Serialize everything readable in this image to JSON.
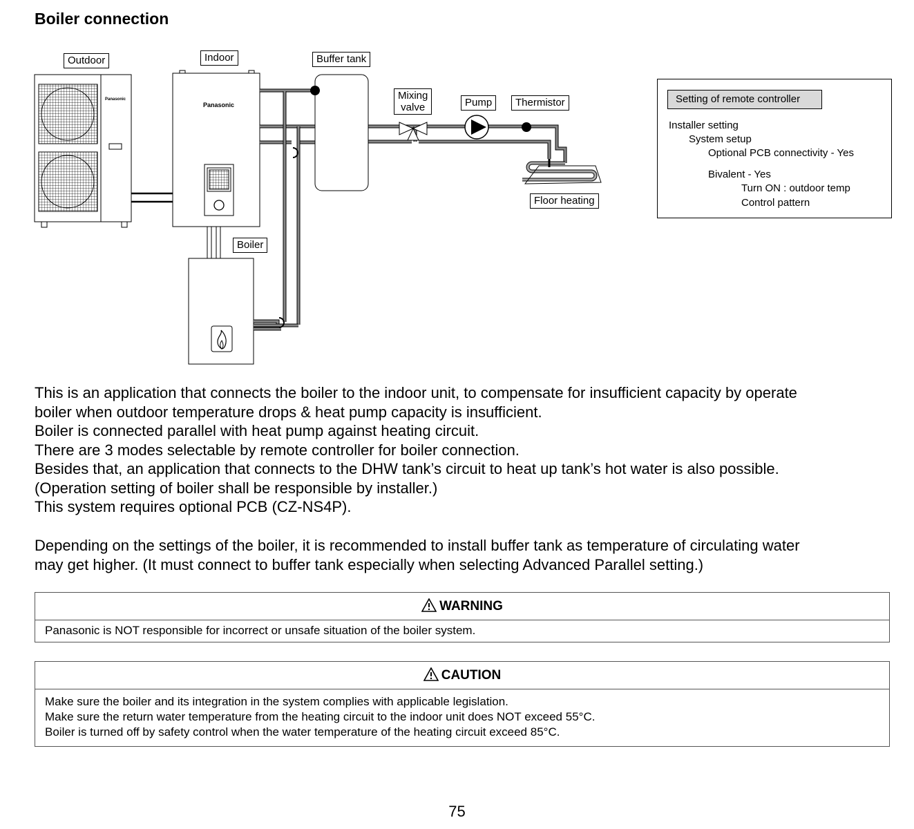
{
  "page": {
    "title": "Boiler connection",
    "page_number": "75"
  },
  "diagram": {
    "labels": {
      "outdoor": "Outdoor",
      "indoor": "Indoor",
      "buffer_tank": "Buffer tank",
      "mixing_valve_line1": "Mixing",
      "mixing_valve_line2": "valve",
      "pump": "Pump",
      "thermistor": "Thermistor",
      "floor_heating": "Floor heating",
      "boiler": "Boiler"
    },
    "brand_outdoor": "Panasonic",
    "brand_indoor": "Panasonic"
  },
  "settings": {
    "header": "Setting of remote controller",
    "lines": [
      "Installer setting",
      "System setup",
      "Optional PCB connectivity - Yes",
      "Bivalent - Yes",
      "Turn ON : outdoor temp",
      "Control pattern"
    ]
  },
  "body": {
    "paragraph1": [
      "This is an application that connects the boiler to the indoor unit, to compensate for insufficient capacity by operate",
      "boiler when outdoor temperature drops & heat pump capacity is insufficient.",
      "Boiler is connected parallel with heat pump against heating circuit.",
      "There are 3 modes selectable by remote controller for boiler connection.",
      "Besides that, an application that connects to the DHW tank’s circuit to heat up tank’s hot water is also possible.",
      "(Operation setting of boiler shall be responsible by installer.)",
      "This system requires optional PCB (CZ-NS4P)."
    ],
    "paragraph2": [
      "Depending on the settings of the boiler, it is recommended to install buffer tank as temperature of circulating water",
      "may get higher. (It must connect to buffer tank especially when selecting Advanced Parallel setting.)"
    ]
  },
  "warning": {
    "title": "WARNING",
    "lines": [
      "Panasonic is NOT responsible for incorrect or unsafe situation of the boiler system."
    ]
  },
  "caution": {
    "title": "CAUTION",
    "lines": [
      "Make sure the boiler and its integration in the system complies with applicable legislation.",
      "Make sure the return water temperature from the heating circuit to the indoor unit does NOT exceed 55°C.",
      "Boiler is turned off by safety control when the water temperature of the heating circuit exceed 85°C."
    ]
  }
}
